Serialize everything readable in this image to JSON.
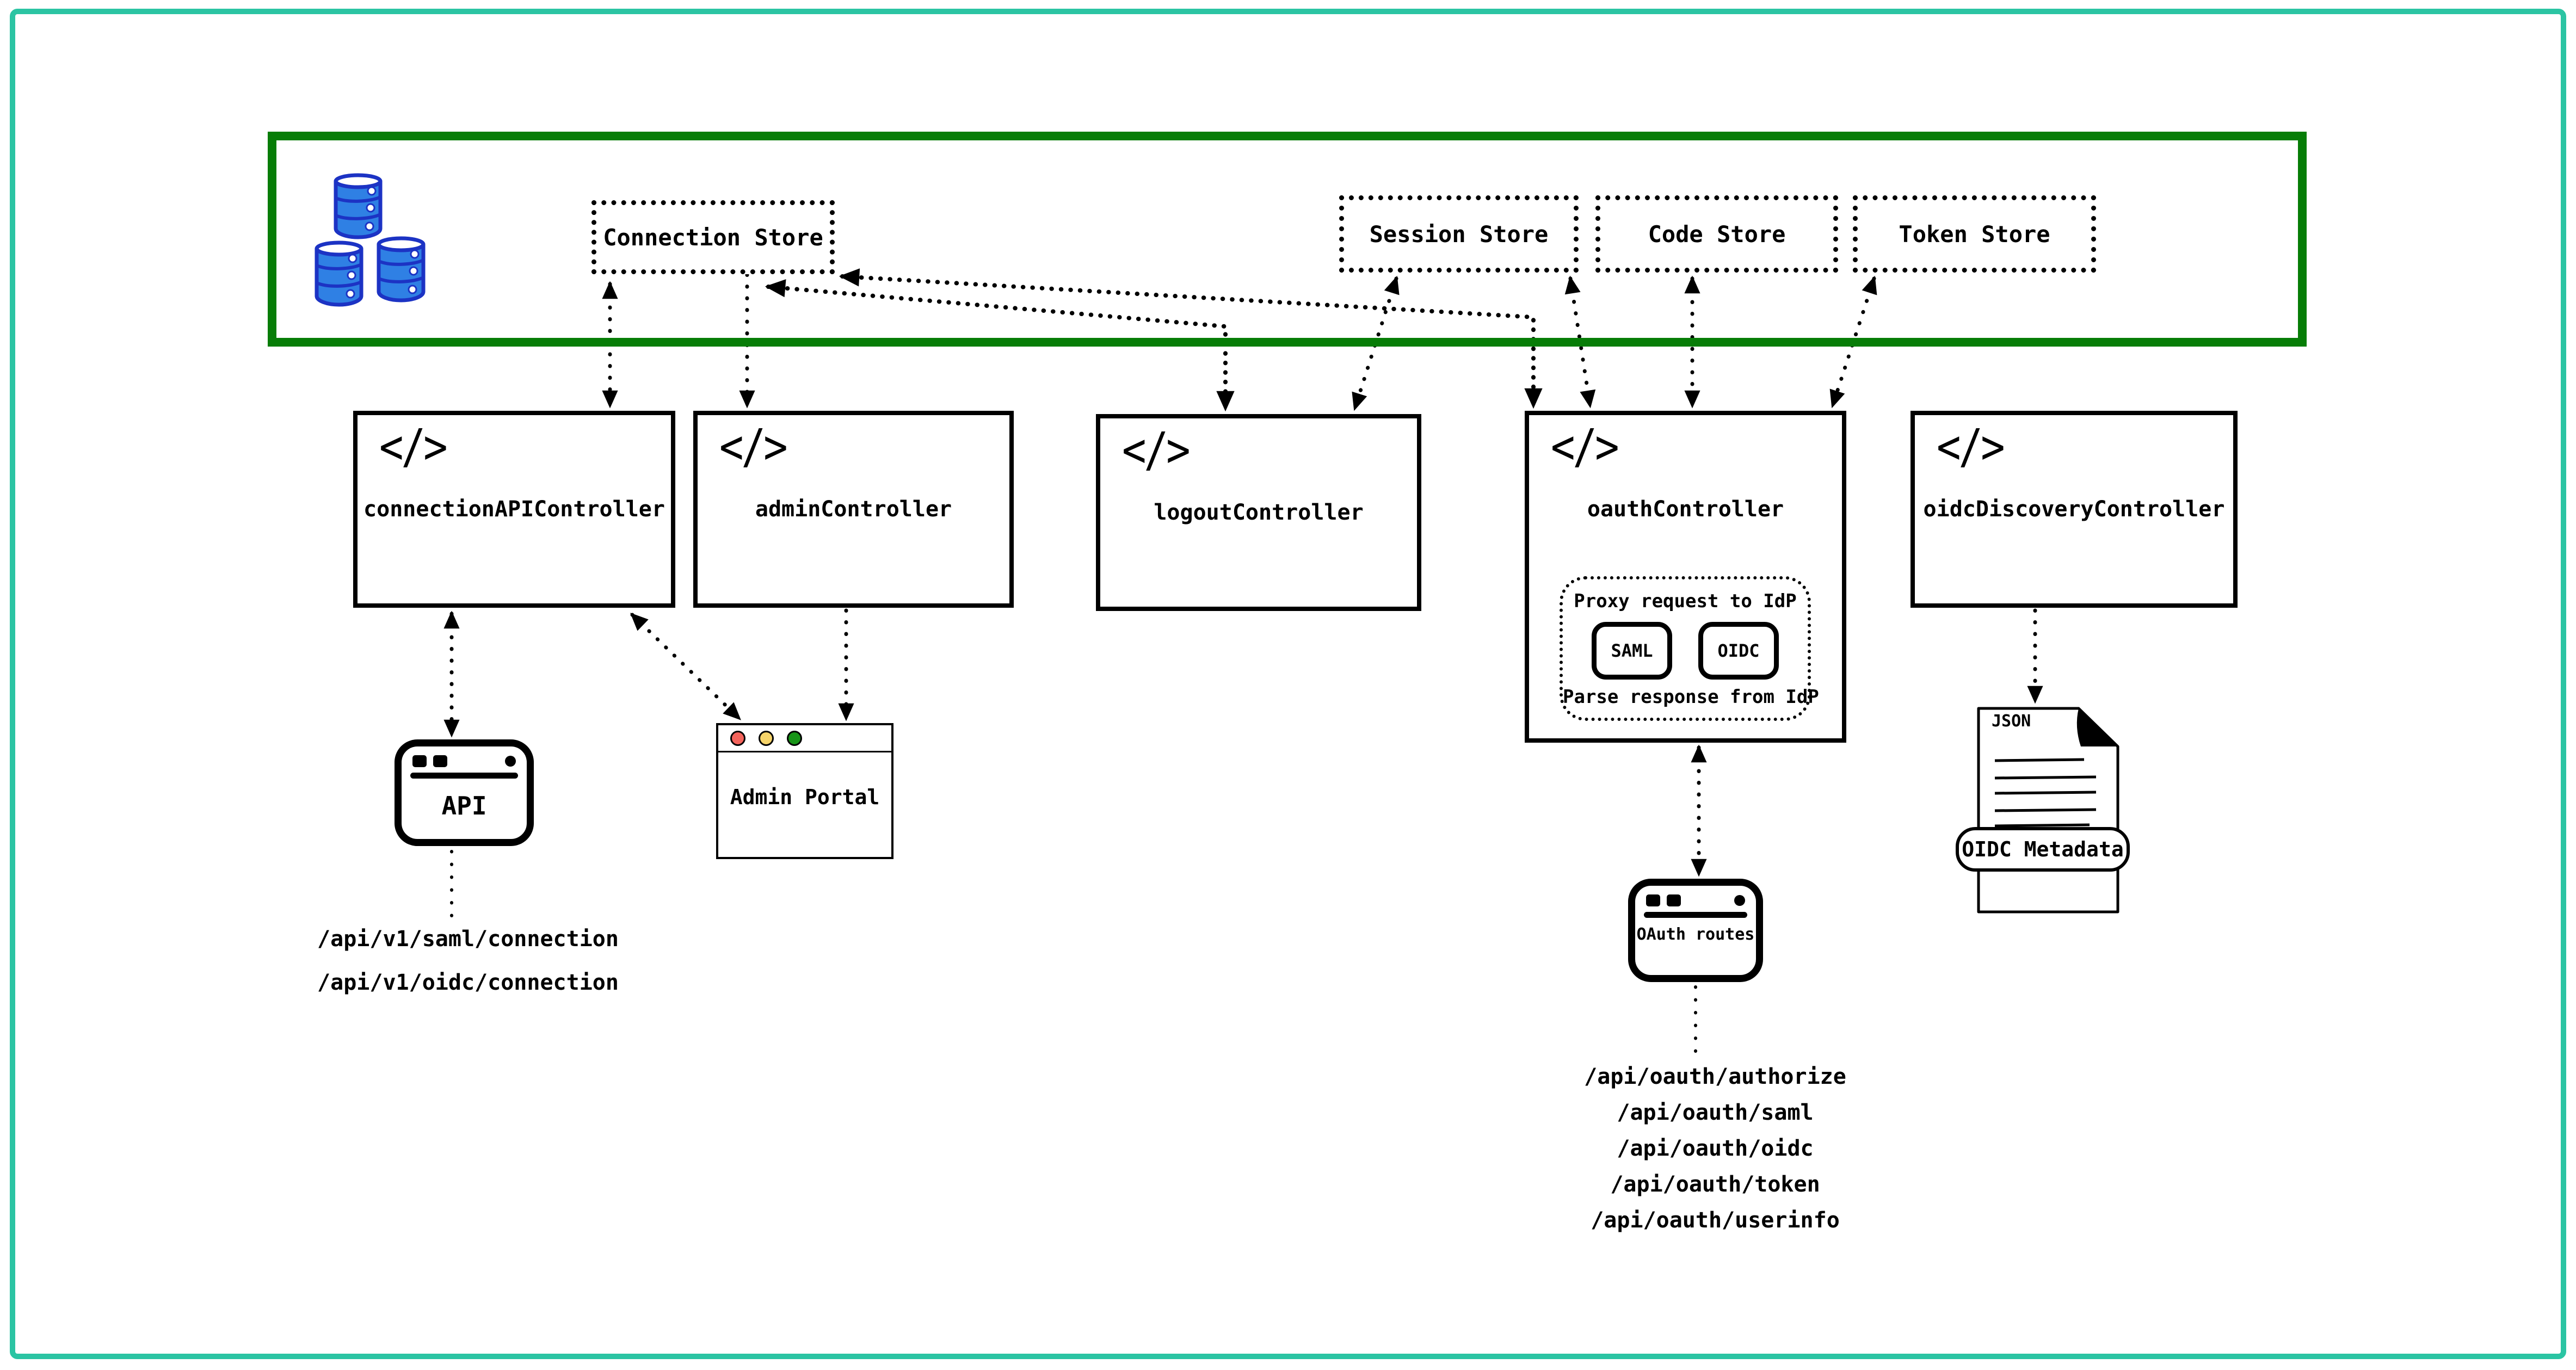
{
  "stores": {
    "connection": "Connection Store",
    "session": "Session Store",
    "code": "Code Store",
    "token": "Token Store"
  },
  "controllers": {
    "connection_api": "connectionAPIController",
    "admin": "adminController",
    "logout": "logoutController",
    "oauth": "oauthController",
    "oidc_discovery": "oidcDiscoveryController"
  },
  "oauth_proxy": {
    "title": "Proxy request to IdP",
    "chips": [
      "SAML",
      "OIDC"
    ],
    "footer": "Parse response from IdP"
  },
  "clients": {
    "api_window": "API",
    "admin_portal": "Admin Portal",
    "oauth_routes_window": "OAuth routes",
    "json_doc_label": "JSON",
    "oidc_metadata_banner": "OIDC Metadata"
  },
  "endpoints": {
    "api": [
      "/api/v1/saml/connection",
      "/api/v1/oidc/connection"
    ],
    "oauth": [
      "/api/oauth/authorize",
      "/api/oauth/saml",
      "/api/oauth/oidc",
      "/api/oauth/token",
      "/api/oauth/userinfo"
    ]
  },
  "colors": {
    "outer_frame": "#2bc4a3",
    "store_layer_border": "#077d07",
    "database_fill": "#2f80e4",
    "database_stroke": "#1c33c4",
    "traffic_red": "#f4645c",
    "traffic_yellow": "#f6d46a",
    "traffic_green": "#179417",
    "line": "#000000"
  }
}
